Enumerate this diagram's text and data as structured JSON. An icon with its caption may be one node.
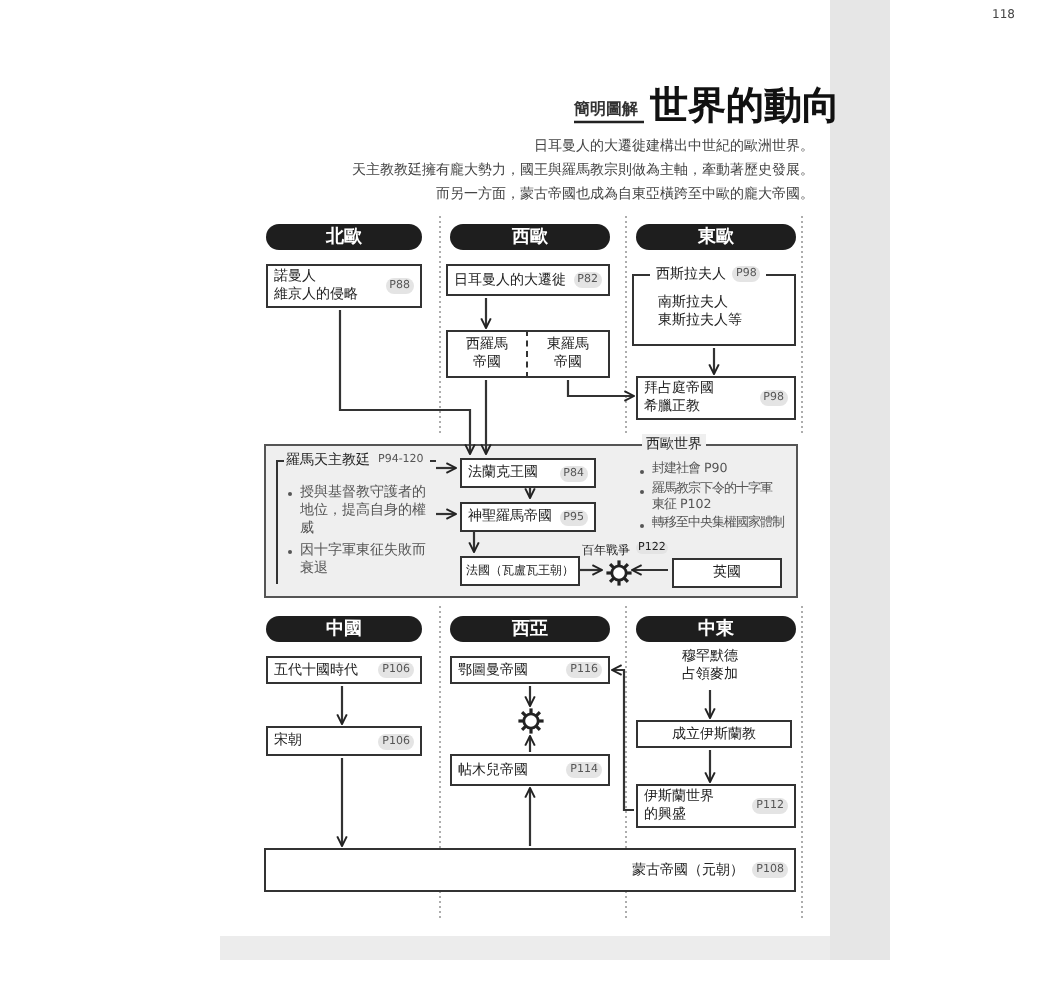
{
  "diagram": {
    "title": "世界的動向",
    "nodes": [
      {
        "text": [
          "北歐"
        ]
      },
      {
        "text": [
          "西歐"
        ]
      },
      {
        "text": [
          "東歐"
        ]
      },
      {
        "text": [
          "諾曼人維京人的侵略",
          "P88"
        ]
      },
      {
        "text": [
          "日耳曼人的大遷徙",
          "P82"
        ]
      },
      {
        "text": [
          "西羅馬帝國"
        ]
      },
      {
        "text": [
          "東羅馬帝國"
        ]
      },
      {
        "text": [
          "西斯拉夫人",
          "P98",
          "南斯拉夫人東斯拉夫人等"
        ]
      },
      {
        "text": [
          "拜占庭帝國希臘正教",
          "P98"
        ]
      },
      {
        "text": [
          "西歐世界"
        ]
      },
      {
        "text": [
          "羅馬天主教廷",
          "P94-120",
          "授與基督教守護者的地位，提高自身的權威",
          "因十字軍東征失敗而衰退"
        ],
        "in": 9
      },
      {
        "text": [
          "法蘭克王國",
          "P84"
        ],
        "in": 9
      },
      {
        "text": [
          "神聖羅馬帝國",
          "P95"
        ],
        "in": 9
      },
      {
        "text": [
          "法國（瓦盧瓦王朝）"
        ],
        "in": 9
      },
      {
        "text": [],
        "shape": "circle",
        "beside": [
          "百年戰爭",
          "P122"
        ],
        "in": 9
      },
      {
        "text": [
          "英國"
        ],
        "in": 9
      },
      {
        "text": [
          "中國"
        ]
      },
      {
        "text": [
          "西亞"
        ]
      },
      {
        "text": [
          "中東"
        ]
      },
      {
        "text": [
          "五代十國時代",
          "P106"
        ]
      },
      {
        "text": [
          "宋朝",
          "P106"
        ]
      },
      {
        "text": [
          "鄂圖曼帝國",
          "P116"
        ]
      },
      {
        "text": [],
        "shape": "circle"
      },
      {
        "text": [
          "帖木兒帝國",
          "P114"
        ]
      },
      {
        "text": [
          "蒙古帝國（元朝）",
          "P108"
        ]
      },
      {
        "text": [
          "穆罕默德占領麥加"
        ]
      },
      {
        "text": [
          "成立伊斯蘭教"
        ]
      },
      {
        "text": [
          "伊斯蘭世界的興盛",
          "P112"
        ]
      }
    ],
    "edges": [
      {
        "from": 4,
        "to": 5,
        "arrow": "to"
      },
      {
        "from": 3,
        "to": 11,
        "arrow": "to"
      },
      {
        "from": 5,
        "to": 11,
        "arrow": "to"
      },
      {
        "from": 6,
        "to": 8,
        "arrow": "to"
      },
      {
        "from": 7,
        "to": 8,
        "arrow": "to"
      },
      {
        "from": 10,
        "to": 11,
        "arrow": "to"
      },
      {
        "from": 10,
        "to": 12,
        "arrow": "to"
      },
      {
        "from": 11,
        "to": 12,
        "arrow": "to"
      },
      {
        "from": 12,
        "to": 13,
        "arrow": "to"
      },
      {
        "from": 13,
        "to": 14,
        "arrow": "to"
      },
      {
        "from": 15,
        "to": 14,
        "arrow": "to"
      },
      {
        "from": 19,
        "to": 20,
        "arrow": "to"
      },
      {
        "from": 20,
        "to": 24,
        "arrow": "to"
      },
      {
        "from": 21,
        "to": 22,
        "arrow": "to"
      },
      {
        "from": 23,
        "to": 22,
        "arrow": "to"
      },
      {
        "from": 24,
        "to": 23,
        "arrow": "to"
      },
      {
        "from": 27,
        "to": 21,
        "arrow": "to"
      },
      {
        "from": 25,
        "to": 26,
        "arrow": "to"
      },
      {
        "from": 26,
        "to": 27,
        "arrow": "to"
      }
    ],
    "labels": [
      "118",
      "簡明圖解",
      "日耳曼人的大遷徙建構出中世紀的歐洲世界。",
      "天主教教廷擁有龐大勢力，國王與羅馬教宗則做為主軸，牽動著歷史發展。",
      "而另一方面，蒙古帝國也成為自東亞橫跨至中歐的龐大帝國。",
      "封建社會 P90",
      "羅馬教宗下令的十字軍東征 P102",
      "轉移至中央集權國家體制"
    ]
  }
}
